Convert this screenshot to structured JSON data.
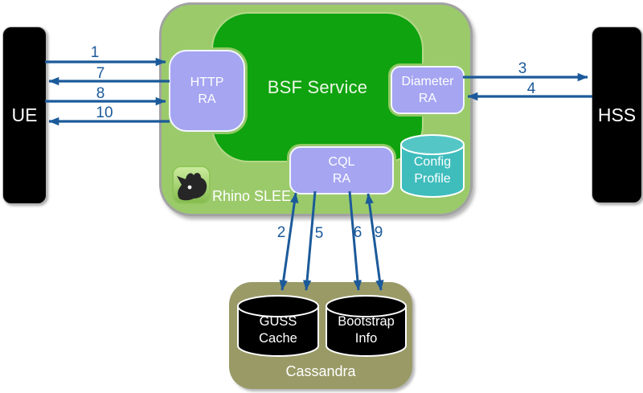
{
  "diagram": {
    "type": "architecture-flow-diagram",
    "colors": {
      "container_green": "#9bca6b",
      "service_green": "#0fa30f",
      "ra_purple": "#a5a5f2",
      "config_teal": "#3fbdbd",
      "cassandra_olive": "#9a9a67",
      "node_black": "#000000",
      "arrow_blue": "#1b5a9a",
      "label_blue": "#1b5a9a"
    }
  },
  "nodes": {
    "ue": {
      "label": "UE"
    },
    "hss": {
      "label": "HSS"
    },
    "rhino_slee": {
      "label": "Rhino SLEE"
    },
    "bsf_service": {
      "label": "BSF Service"
    },
    "http_ra": {
      "line1": "HTTP",
      "line2": "RA"
    },
    "diameter_ra": {
      "line1": "Diameter",
      "line2": "RA"
    },
    "cql_ra": {
      "line1": "CQL",
      "line2": "RA"
    },
    "config_profile": {
      "line1": "Config",
      "line2": "Profile"
    },
    "cassandra": {
      "label": "Cassandra"
    },
    "guss_cache": {
      "line1": "GUSS",
      "line2": "Cache"
    },
    "bootstrap_info": {
      "line1": "Bootstrap",
      "line2": "Info"
    }
  },
  "flows": [
    {
      "label": "1",
      "from": "UE",
      "to": "HTTP RA",
      "direction": "right"
    },
    {
      "label": "7",
      "from": "HTTP RA",
      "to": "UE",
      "direction": "left"
    },
    {
      "label": "8",
      "from": "UE",
      "to": "HTTP RA",
      "direction": "right"
    },
    {
      "label": "10",
      "from": "HTTP RA",
      "to": "UE",
      "direction": "left"
    },
    {
      "label": "3",
      "from": "Diameter RA",
      "to": "HSS",
      "direction": "right"
    },
    {
      "label": "4",
      "from": "HSS",
      "to": "Diameter RA",
      "direction": "left"
    },
    {
      "label": "2",
      "from": "CQL RA",
      "to": "GUSS Cache",
      "direction": "both"
    },
    {
      "label": "5",
      "from": "CQL RA",
      "to": "GUSS Cache",
      "direction": "down"
    },
    {
      "label": "6",
      "from": "CQL RA",
      "to": "Bootstrap Info",
      "direction": "down"
    },
    {
      "label": "9",
      "from": "CQL RA",
      "to": "Bootstrap Info",
      "direction": "both"
    }
  ]
}
